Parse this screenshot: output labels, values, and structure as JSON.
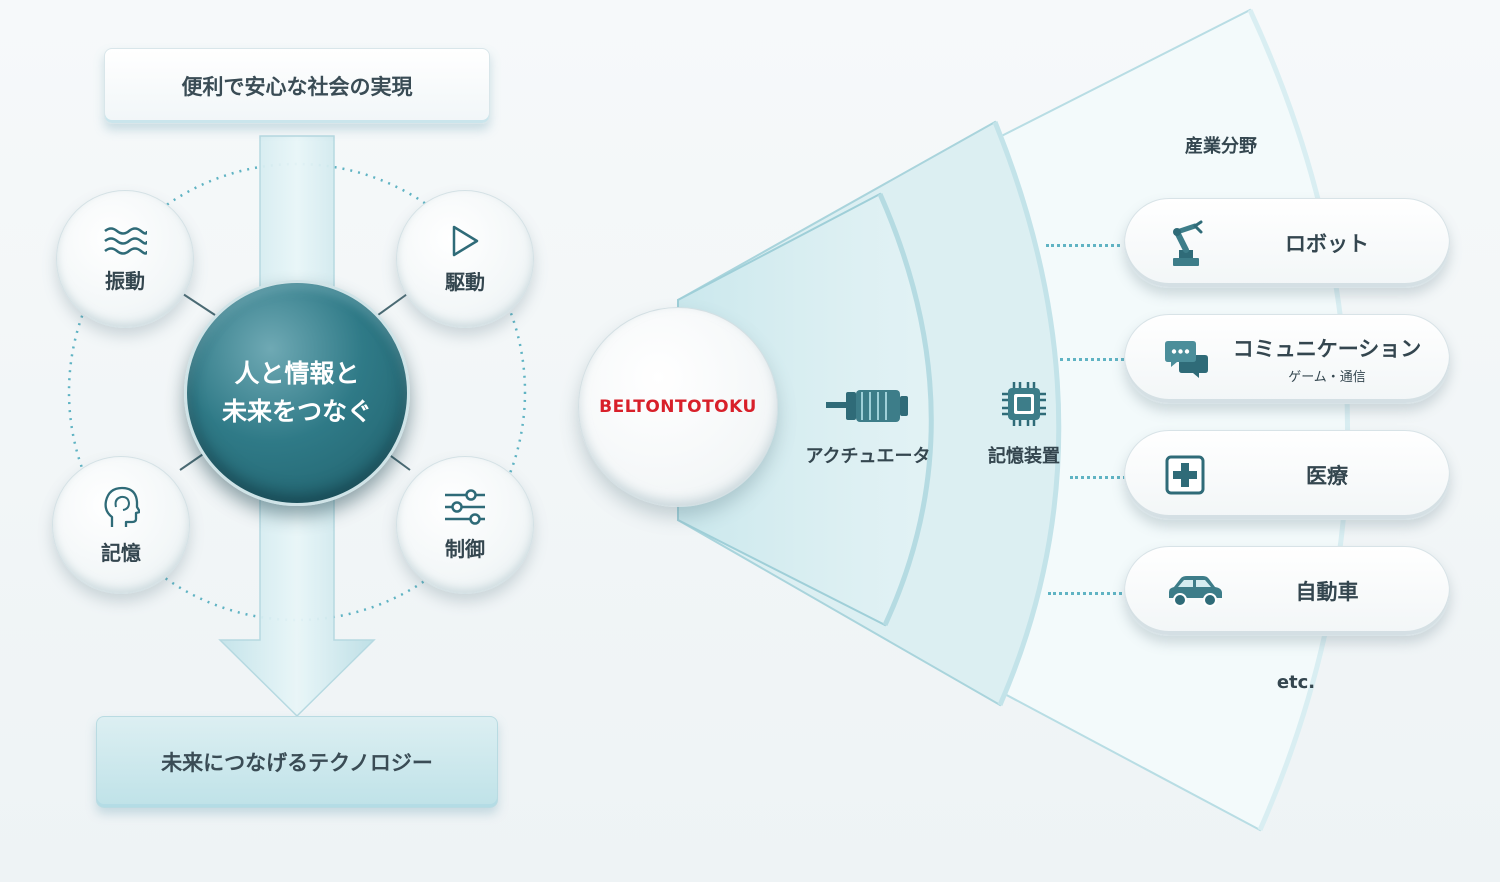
{
  "left": {
    "top_box": "便利で安心な社会の実現",
    "bottom_box": "未来につなげるテクノロジー",
    "hub": {
      "line1": "人と情報と",
      "line2": "未来をつなぐ"
    },
    "nodes": [
      {
        "label": "振動",
        "icon": "vibration-waves-icon"
      },
      {
        "label": "駆動",
        "icon": "play-triangle-icon"
      },
      {
        "label": "記憶",
        "icon": "head-brain-icon"
      },
      {
        "label": "制御",
        "icon": "sliders-icon"
      }
    ]
  },
  "right": {
    "logo": "BELTONTOTOKU",
    "ring1_label": "アクチュエータ",
    "ring2_label": "記憶装置",
    "industry_title": "産業分野",
    "industries": [
      {
        "title": "ロボット",
        "sub": "",
        "icon": "robot-arm-icon"
      },
      {
        "title": "コミュニケーション",
        "sub": "ゲーム・通信",
        "icon": "chat-bubbles-icon"
      },
      {
        "title": "医療",
        "sub": "",
        "icon": "medical-cross-icon"
      },
      {
        "title": "自動車",
        "sub": "",
        "icon": "car-icon"
      }
    ],
    "etc": "etc."
  },
  "colors": {
    "accent": "#2f7a87",
    "logo_red": "#d8202a",
    "arrow": "#cfe8ee",
    "dot": "#5fb3c3"
  }
}
